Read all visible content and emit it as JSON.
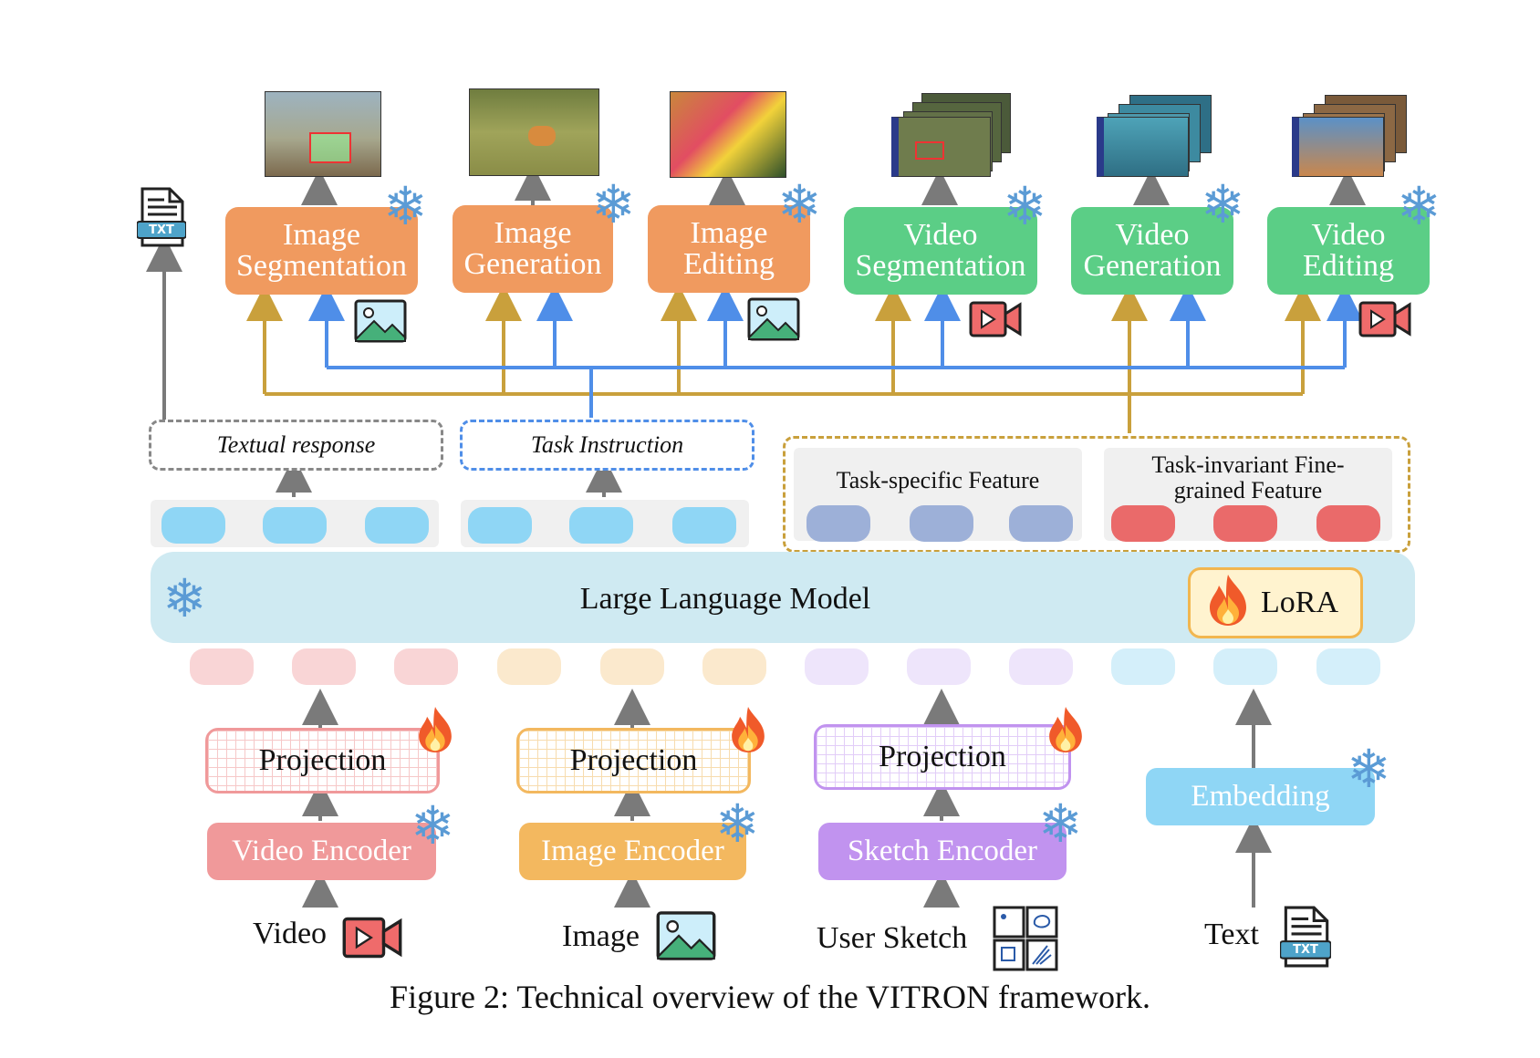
{
  "tasks": {
    "image_segmentation": "Image\nSegmentation",
    "image_generation": "Image\nGeneration",
    "image_editing": "Image\nEditing",
    "video_segmentation": "Video\nSegmentation",
    "video_generation": "Video\nGeneration",
    "video_editing": "Video\nEditing"
  },
  "txt_icon_label": "TXT",
  "outputs": {
    "textual_response": "Textual response",
    "task_instruction": "Task Instruction",
    "task_specific_feature": "Task-specific Feature",
    "task_invariant_feature": "Task-invariant Fine-grained Feature"
  },
  "llm": {
    "label": "Large Language Model",
    "lora": "LoRA"
  },
  "encoders": {
    "projection": "Projection",
    "video_encoder": "Video Encoder",
    "image_encoder": "Image Encoder",
    "sketch_encoder": "Sketch Encoder",
    "embedding": "Embedding"
  },
  "inputs": {
    "video": "Video",
    "image": "Image",
    "user_sketch": "User Sketch",
    "text": "Text"
  },
  "caption": "Figure 2: Technical overview of the VITRON framework.",
  "colors": {
    "orange_task": "#f09a5f",
    "green_task": "#5bce86",
    "blue_line": "#4f8ee8",
    "gold_line": "#c9a03c",
    "gray_arrow": "#7a7a7a",
    "llm_bg": "#cfeaf2",
    "pill_blue": "#8fd6f5",
    "pill_slate": "#9db0d8",
    "pill_red": "#ea6a6a",
    "video_encoder": "#f0999a",
    "image_encoder": "#f3b85f",
    "sketch_encoder": "#c193ef",
    "embedding": "#8fd6f5"
  },
  "icons": [
    "snowflake-icon",
    "fire-icon",
    "txt-file-icon",
    "image-icon",
    "video-camera-icon",
    "sketch-icon"
  ]
}
